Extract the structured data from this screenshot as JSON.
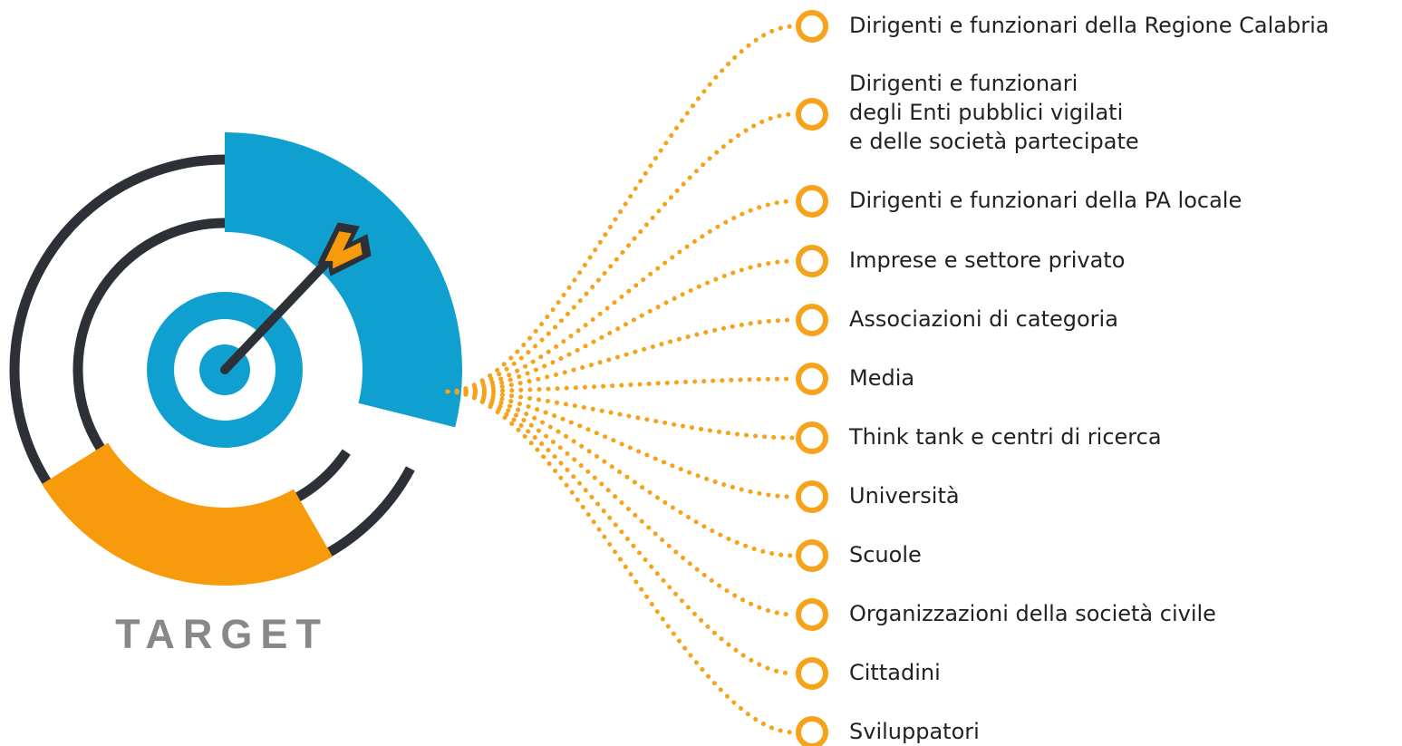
{
  "target_label": "TARGET",
  "colors": {
    "blue": "#0fa0cf",
    "orange": "#f79a0c",
    "dark": "#2e3038",
    "dots": "#f7a21b",
    "label_gray": "#888888"
  },
  "icons": {
    "center": "target-bullseye-icon",
    "arrow": "arrow-icon"
  },
  "audiences": [
    {
      "label": "Dirigenti e funzionari della Regione Calabria"
    },
    {
      "label": "Dirigenti e funzionari\ndegli Enti pubblici vigilati\ne delle  società partecipate"
    },
    {
      "label": "Dirigenti e funzionari della PA locale"
    },
    {
      "label": "Imprese e settore privato"
    },
    {
      "label": "Associazioni di categoria"
    },
    {
      "label": "Media"
    },
    {
      "label": "Think tank e centri di ricerca"
    },
    {
      "label": "Università"
    },
    {
      "label": "Scuole"
    },
    {
      "label": "Organizzazioni della società civile"
    },
    {
      "label": "Cittadini"
    },
    {
      "label": "Sviluppatori"
    }
  ]
}
